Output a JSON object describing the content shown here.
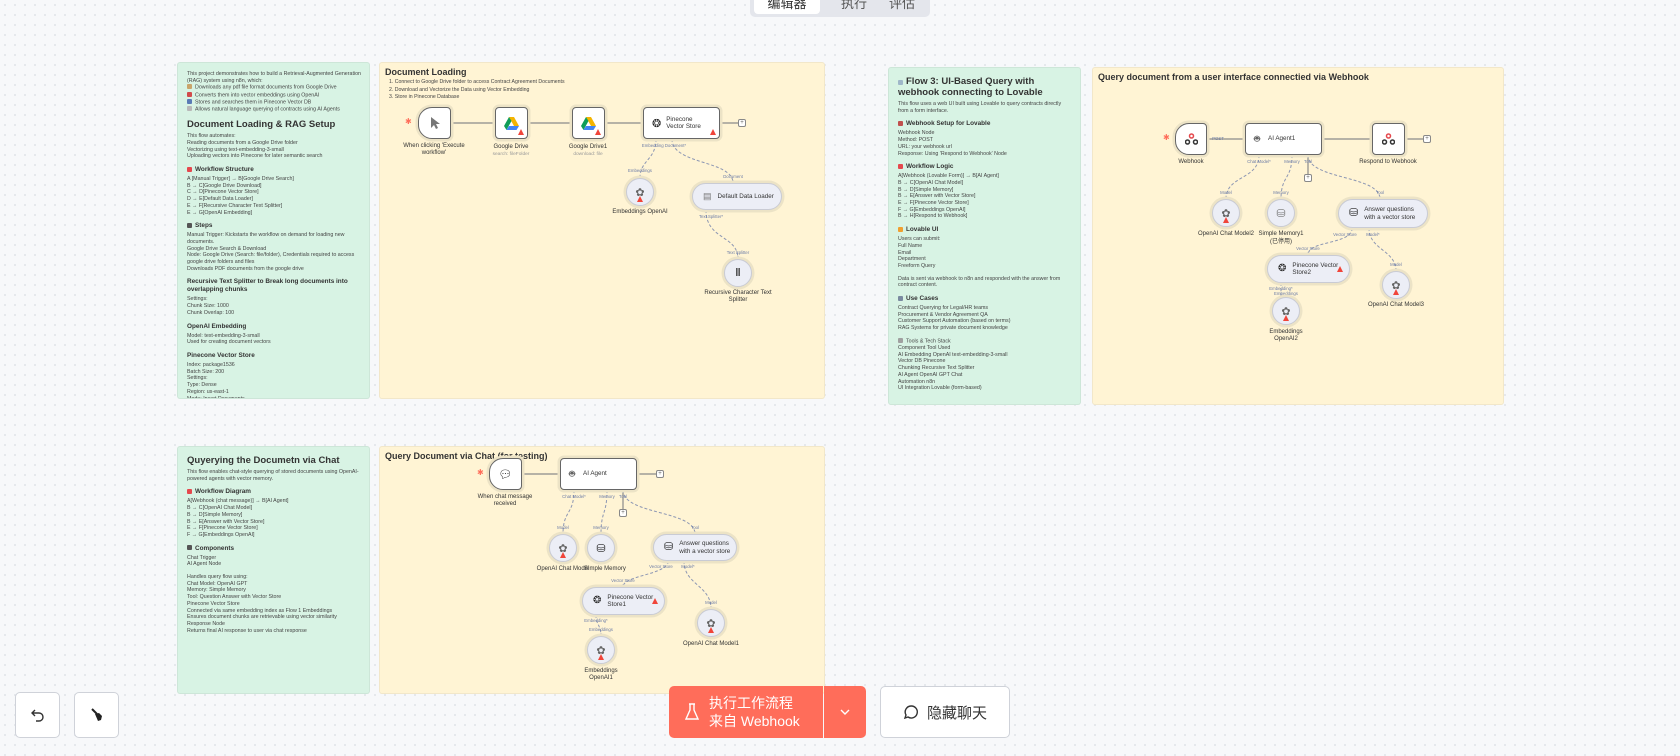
{
  "top_tabs": [
    {
      "label": "编辑器",
      "active": true
    },
    {
      "label": "执行"
    },
    {
      "label": "评估"
    }
  ],
  "stickies": {
    "rag_intro": {
      "blocks": [
        {
          "t": "p",
          "text": "This project demonstrates how to build a Retrieval-Augmented Generation (RAG) system using n8n, which:"
        },
        {
          "t": "p",
          "icon": "#c9a46a",
          "text": "Downloads any pdf file format documents from Google Drive"
        },
        {
          "t": "p",
          "icon": "#d14b4b",
          "text": "Converts them into vector embeddings using OpenAI"
        },
        {
          "t": "p",
          "icon": "#5a7bb5",
          "text": "Stores and searches them in Pinecone Vector DB"
        },
        {
          "t": "p",
          "icon": "#b8b8b8",
          "text": "Allows natural language querying of contracts using AI Agents"
        },
        {
          "t": "h1",
          "text": "Document Loading & RAG Setup"
        },
        {
          "t": "p",
          "text": "This flow automates:"
        },
        {
          "t": "p",
          "text": "Reading documents from a Google Drive folder"
        },
        {
          "t": "p",
          "text": "Vectorizing using text-embedding-3-small"
        },
        {
          "t": "p",
          "text": "Uploading vectors into Pinecone for later semantic search"
        },
        {
          "t": "h",
          "icon": "#e5484d",
          "text": "Workflow Structure"
        },
        {
          "t": "p",
          "text": "A [Manual Trigger] → B[Google Drive Search]"
        },
        {
          "t": "p",
          "text": "B → C[Google Drive Download]"
        },
        {
          "t": "p",
          "text": "C → D[Pinecone Vector Store]"
        },
        {
          "t": "p",
          "text": "D → E[Default Data Loader]"
        },
        {
          "t": "p",
          "text": "E → F[Recursive Character Text Splitter]"
        },
        {
          "t": "p",
          "text": "E → G[OpenAI Embedding]"
        },
        {
          "t": "h",
          "icon": "#555555",
          "text": "Steps"
        },
        {
          "t": "p",
          "text": "Manual Trigger: Kickstarts the workflow on demand for loading new documents."
        },
        {
          "t": "p",
          "text": "Google Drive Search & Download"
        },
        {
          "t": "p",
          "text": "Node: Google Drive (Search: file/folder), Credentials required to access google drive folders and files"
        },
        {
          "t": "p",
          "text": "Downloads PDF documents from the google drive"
        },
        {
          "t": "h",
          "text": "Recursive Text Splitter to Break long documents into overlapping chunks"
        },
        {
          "t": "p",
          "text": "Settings:"
        },
        {
          "t": "p",
          "text": "Chunk Size: 1000"
        },
        {
          "t": "p",
          "text": "Chunk Overlap: 100"
        },
        {
          "t": "h",
          "text": "OpenAI Embedding"
        },
        {
          "t": "p",
          "text": "Model: text-embedding-3-small"
        },
        {
          "t": "p",
          "text": "Used for creating document vectors"
        },
        {
          "t": "h",
          "text": "Pinecone Vector Store"
        },
        {
          "t": "p",
          "text": "Index: package1536"
        },
        {
          "t": "p",
          "text": "Batch Size: 200"
        },
        {
          "t": "p",
          "text": "Settings:"
        },
        {
          "t": "p",
          "text": "Type: Dense"
        },
        {
          "t": "p",
          "text": "Region: us-east-1"
        },
        {
          "t": "p",
          "text": "Mode: Insert Documents"
        }
      ]
    },
    "flow3": {
      "blocks": [
        {
          "t": "h1",
          "icon": "#9fb7c9",
          "text": "Flow 3: UI-Based Query with webhook connecting to Lovable"
        },
        {
          "t": "p",
          "text": "This flow uses a web UI built using Lovable to query contracts directly from a form interface."
        },
        {
          "t": "h",
          "icon": "#c0504d",
          "text": "Webhook Setup for Lovable"
        },
        {
          "t": "p",
          "text": "Webhook Node"
        },
        {
          "t": "p",
          "text": "Method: POST"
        },
        {
          "t": "p",
          "text": "URL: your webhook url"
        },
        {
          "t": "p",
          "text": "Response: Using 'Respond to Webhook' Node"
        },
        {
          "t": "h",
          "icon": "#e5484d",
          "text": "Workflow Logic"
        },
        {
          "t": "p",
          "text": "A[Webhook (Lovable Form)] → B[AI Agent]"
        },
        {
          "t": "p",
          "text": "B → C[OpenAI Chat Model]"
        },
        {
          "t": "p",
          "text": "B → D[Simple Memory]"
        },
        {
          "t": "p",
          "text": "B → E[Answer with Vector Store]"
        },
        {
          "t": "p",
          "text": "E → F[Pinecone Vector Store]"
        },
        {
          "t": "p",
          "text": "F → G[Embeddings OpenAI]"
        },
        {
          "t": "p",
          "text": "B → H[Respond to Webhook]"
        },
        {
          "t": "h",
          "icon": "#f0a030",
          "text": "Lovable UI"
        },
        {
          "t": "p",
          "text": "Users can submit:"
        },
        {
          "t": "p",
          "text": "Full Name"
        },
        {
          "t": "p",
          "text": "Email"
        },
        {
          "t": "p",
          "text": "Department"
        },
        {
          "t": "p",
          "text": "Freeform Query"
        },
        {
          "t": "gap"
        },
        {
          "t": "p",
          "text": "Data is sent via webhook to n8n and responded with the answer from contract content."
        },
        {
          "t": "h",
          "icon": "#7a8aa0",
          "text": "Use Cases"
        },
        {
          "t": "p",
          "text": "Contract Querying for Legal/HR teams"
        },
        {
          "t": "p",
          "text": "Procurement & Vendor Agreement QA"
        },
        {
          "t": "p",
          "text": "Customer Support Automation (based on terms)"
        },
        {
          "t": "p",
          "text": "RAG Systems for private document knowledge"
        },
        {
          "t": "gap"
        },
        {
          "t": "p",
          "icon": "#a0a0a0",
          "text": "Tools & Tech Stack"
        },
        {
          "t": "p",
          "text": "Component Tool Used"
        },
        {
          "t": "p",
          "text": "AI Embedding OpenAI text-embedding-3-small"
        },
        {
          "t": "p",
          "text": "Vector DB Pinecone"
        },
        {
          "t": "p",
          "text": "Chunking Recursive Text Splitter"
        },
        {
          "t": "p",
          "text": "AI Agent OpenAI GPT Chat"
        },
        {
          "t": "p",
          "text": "Automation n8n"
        },
        {
          "t": "p",
          "text": "UI Integration Lovable (form-based)"
        }
      ]
    },
    "chat": {
      "blocks": [
        {
          "t": "h1",
          "text": "Quyerying the Documetn via Chat"
        },
        {
          "t": "p",
          "text": "This flow enables chat-style querying of stored documents using OpenAI-powered agents with vector memory."
        },
        {
          "t": "h",
          "icon": "#e5484d",
          "text": "Workflow Diagram"
        },
        {
          "t": "p",
          "text": "A[Webhook (chat message)] → B[AI Agent]"
        },
        {
          "t": "p",
          "text": "B → C[OpenAI Chat Model]"
        },
        {
          "t": "p",
          "text": "B → D[Simple Memory]"
        },
        {
          "t": "p",
          "text": "B → E[Answer with Vector Store]"
        },
        {
          "t": "p",
          "text": "E → F[Pinecone Vector Store]"
        },
        {
          "t": "p",
          "text": "F → G[Embeddings OpenAI]"
        },
        {
          "t": "h",
          "icon": "#555555",
          "text": "Components"
        },
        {
          "t": "p",
          "text": "Chat Trigger"
        },
        {
          "t": "p",
          "text": "AI Agent Node"
        },
        {
          "t": "gap"
        },
        {
          "t": "p",
          "text": "Handles query flow using:"
        },
        {
          "t": "p",
          "text": "Chat Model: OpenAI GPT"
        },
        {
          "t": "p",
          "text": "Memory: Simple Memory"
        },
        {
          "t": "p",
          "text": "Tool: Question Answer with Vector Store"
        },
        {
          "t": "p",
          "text": "Pinecone Vector Store"
        },
        {
          "t": "p",
          "text": "Connected via same embedding index as Flow 1 Embeddings"
        },
        {
          "t": "p",
          "text": "Ensures document chunks are retrievable using vector similarity"
        },
        {
          "t": "p",
          "text": "Response Node"
        },
        {
          "t": "p",
          "text": "Returns final AI response to user via chat response"
        }
      ]
    }
  },
  "doc_loading": {
    "title": "Document Loading",
    "steps": [
      "1. Connect to Google Drive folder to access Contract Agreement Documents",
      "2. Download and Vectorize the Data using Vector Embedding",
      "3. Store in Pinecone Database"
    ],
    "nodes": {
      "trigger": "When clicking 'Execute workflow'",
      "gdrive": "Google Drive",
      "gdrive_sub": "search: fileFolder",
      "gdrive1": "Google Drive1",
      "gdrive1_sub": "download: file",
      "pinecone": "Pinecone Vector Store",
      "embeddings": "Embeddings OpenAI",
      "loader": "Default Data Loader",
      "splitter": "Recursive Character Text Splitter"
    },
    "conn": {
      "embedding_doc": "Embedding Document*",
      "embeddings": "Embeddings",
      "document": "Document",
      "text_splitter_out": "Text Splitter*",
      "text_splitter_in": "Text Splitter"
    }
  },
  "webhook_flow": {
    "title": "Query document from a user interface connectied via Webhook",
    "nodes": {
      "webhook": "Webhook",
      "agent": "AI Agent1",
      "respond": "Respond to Webhook",
      "chat_model": "OpenAI Chat Model2",
      "memory": "Simple Memory1",
      "memory_status": "(已停用)",
      "qa": "Answer questions with a vector store",
      "pinecone": "Pinecone Vector Store2",
      "embeddings": "Embeddings OpenAI2",
      "chat_model3": "OpenAI Chat Model3"
    },
    "conn": {
      "post": "POST",
      "chat_model": "Chat Model*",
      "memory": "Memory",
      "tool": "Tool",
      "model": "Model",
      "vector_store": "Vector Store",
      "model_req": "Model*",
      "embedding": "Embedding*",
      "embeddings": "Embeddings"
    }
  },
  "chat_flow": {
    "title": "Query Document via Chat (for testing)",
    "nodes": {
      "trigger": "When chat message received",
      "agent": "AI Agent",
      "chat_model": "OpenAI Chat Model",
      "memory": "Simple Memory",
      "qa": "Answer questions with a vector store",
      "pinecone": "Pinecone Vector Store1",
      "embeddings": "Embeddings OpenAI1",
      "chat_model1": "OpenAI Chat Model1"
    },
    "conn": {
      "chat_model": "Chat Model*",
      "memory": "Memory",
      "tool": "Tool",
      "model": "Model",
      "vector_store": "Vector Store",
      "model_req": "Model*",
      "embedding": "Embedding*",
      "embeddings": "Embeddings"
    }
  },
  "footer": {
    "execute_line1": "执行工作流程",
    "execute_line2": "来自 Webhook",
    "hide_chat": "隐藏聊天",
    "accent": "#ff6d5a"
  }
}
